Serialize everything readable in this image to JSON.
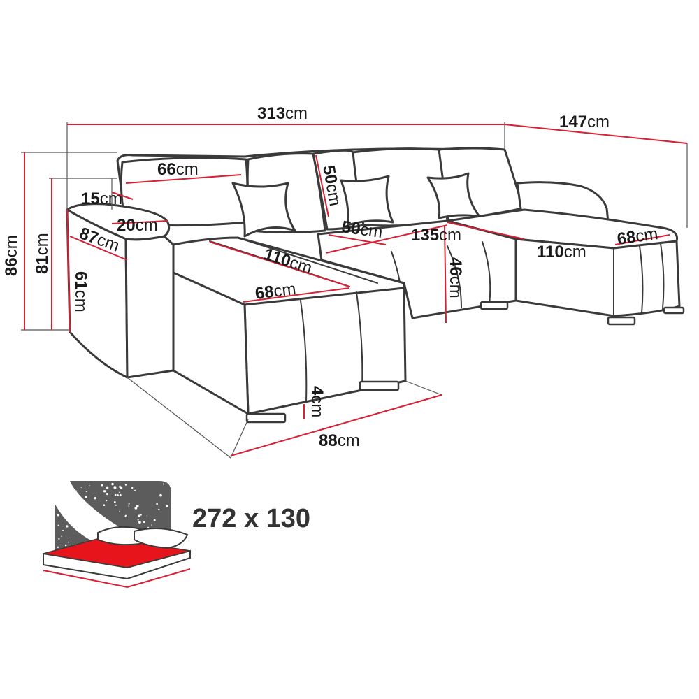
{
  "dimensions": {
    "total_width": {
      "value": "313",
      "unit": "cm"
    },
    "chaise_depth": {
      "value": "147",
      "unit": "cm"
    },
    "total_height": {
      "value": "86",
      "unit": "cm"
    },
    "back_height": {
      "value": "81",
      "unit": "cm"
    },
    "arm_height": {
      "value": "61",
      "unit": "cm"
    },
    "cushion_width": {
      "value": "66",
      "unit": "cm"
    },
    "cushion_height": {
      "value": "50",
      "unit": "cm"
    },
    "arm_top": {
      "value": "15",
      "unit": "cm"
    },
    "arm_width": {
      "value": "20",
      "unit": "cm"
    },
    "arm_depth": {
      "value": "87",
      "unit": "cm"
    },
    "left_seat_len": {
      "value": "110",
      "unit": "cm"
    },
    "left_seat_w": {
      "value": "68",
      "unit": "cm"
    },
    "mid_seat_d": {
      "value": "50",
      "unit": "cm"
    },
    "mid_seat_w": {
      "value": "135",
      "unit": "cm"
    },
    "seat_height": {
      "value": "46",
      "unit": "cm"
    },
    "right_seat_len": {
      "value": "110",
      "unit": "cm"
    },
    "right_seat_w": {
      "value": "68",
      "unit": "cm"
    },
    "leg_height": {
      "value": "4",
      "unit": "cm"
    },
    "base_depth": {
      "value": "88",
      "unit": "cm"
    }
  },
  "bed": {
    "size_label": "272 x 130"
  },
  "colors": {
    "dimension_line": "#d81f33",
    "outline": "#3a3a3a",
    "sleep_area": "#e8141b",
    "night_sky": "#5c5c5c"
  }
}
